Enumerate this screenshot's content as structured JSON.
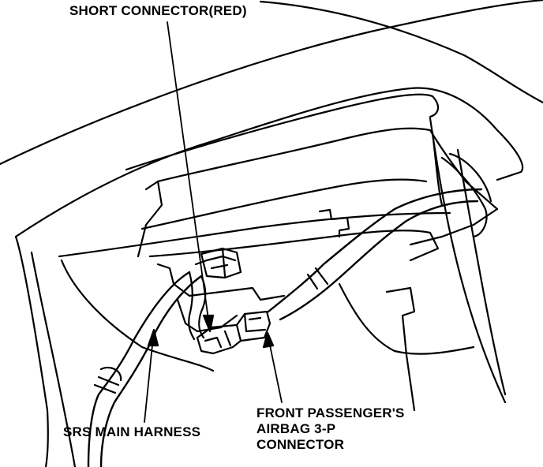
{
  "labels": {
    "short_connector": "SHORT CONNECTOR(RED)",
    "srs_main_harness": "SRS MAIN HARNESS",
    "front_passenger_airbag": {
      "line1": "FRONT PASSENGER'S",
      "line2": "AIRBAG 3-P",
      "line3": "CONNECTOR"
    }
  },
  "colors": {
    "ink": "#000000",
    "paper": "#ffffff"
  }
}
